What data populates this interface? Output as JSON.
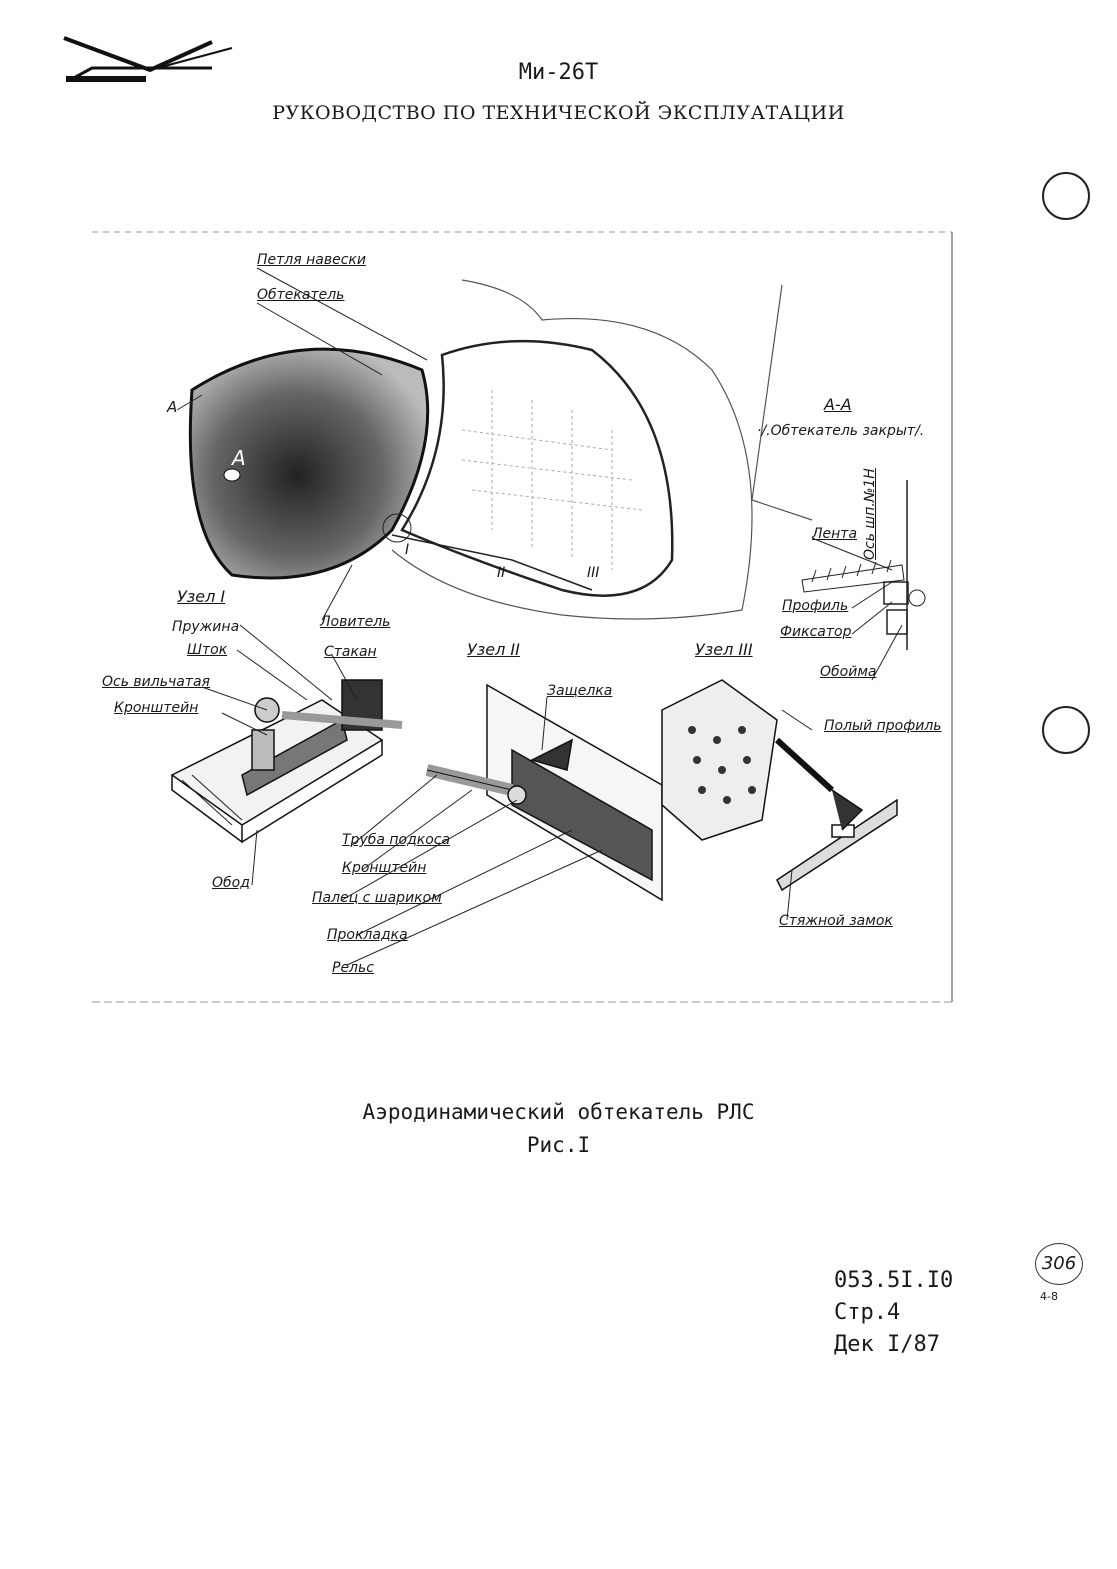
{
  "header": {
    "model": "Ми-26Т",
    "manual_title": "РУКОВОДСТВО ПО ТЕХНИЧЕСКОЙ ЭКСПЛУАТАЦИИ"
  },
  "figure": {
    "callouts": {
      "petlya": "Петля навески",
      "obtekatel": "Обтекатель",
      "section_A": "А",
      "view_A": "А",
      "section_title": "А-А",
      "section_note": "·/.Обтекатель закрыт/.",
      "axis": "Ось шп.№1Н",
      "lenta": "Лента",
      "profil": "Профиль",
      "fiksator": "Фиксатор",
      "oboima": "Обойма",
      "lovitel": "Ловитель",
      "node_I_ref": "I",
      "node_II_ref": "II",
      "node_III_ref": "III"
    },
    "node1": {
      "title": "Узел I",
      "pruzhina": "Пружина",
      "shtok": "Шток",
      "stakan": "Стакан",
      "os": "Ось вильчатая",
      "kronshtein": "Кронштейн",
      "obod": "Обод"
    },
    "node2": {
      "title": "Узел II",
      "zashchelka": "Защелка",
      "truba": "Труба подкоса",
      "kronshtein": "Кронштейн",
      "palets": "Палец с шариком",
      "prokladka": "Прокладка",
      "rels": "Рельс"
    },
    "node3": {
      "title": "Узел III",
      "polyi": "Полый профиль",
      "stiazhnoi": "Стяжной замок"
    }
  },
  "caption": {
    "line1": "Аэродинамический обтекатель РЛС",
    "line2": "Рис.I"
  },
  "doc_ref": {
    "code": "053.5I.I0",
    "page": "Стр.4",
    "date": "Дек I/87"
  },
  "stamp": {
    "number": "306",
    "sub": "4-8"
  }
}
